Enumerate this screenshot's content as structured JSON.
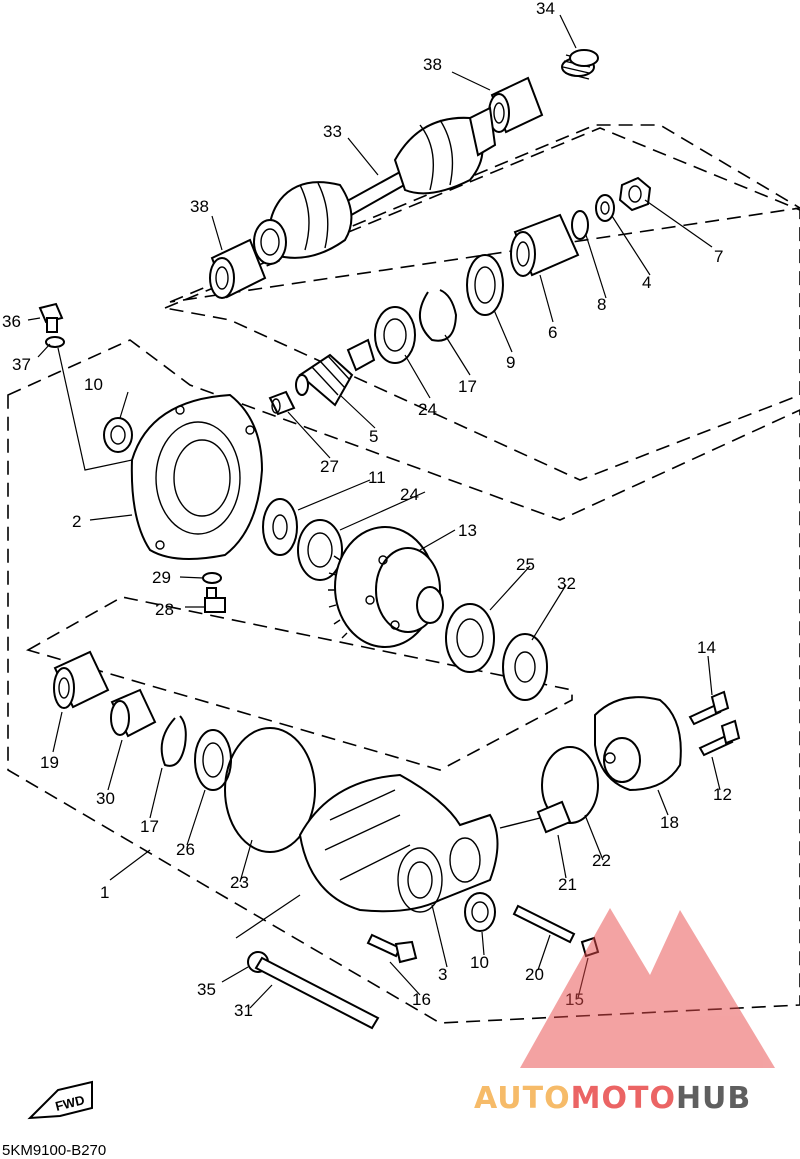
{
  "diagram": {
    "part_code": "5KM9100-B270",
    "direction_label": "FWD",
    "part_numbers": [
      "1",
      "2",
      "3",
      "4",
      "5",
      "6",
      "7",
      "8",
      "9",
      "10",
      "10",
      "11",
      "12",
      "13",
      "14",
      "15",
      "16",
      "17",
      "17",
      "18",
      "19",
      "20",
      "21",
      "22",
      "23",
      "24",
      "24",
      "25",
      "26",
      "27",
      "28",
      "29",
      "30",
      "31",
      "32",
      "33",
      "34",
      "35",
      "36",
      "37",
      "38",
      "38"
    ]
  },
  "watermark": {
    "part1": "AUTO",
    "part2": "MOTO",
    "part3": "HUB",
    "color_light": "#f5b04f",
    "color_red": "#e84a4a",
    "color_dark": "#444444"
  }
}
